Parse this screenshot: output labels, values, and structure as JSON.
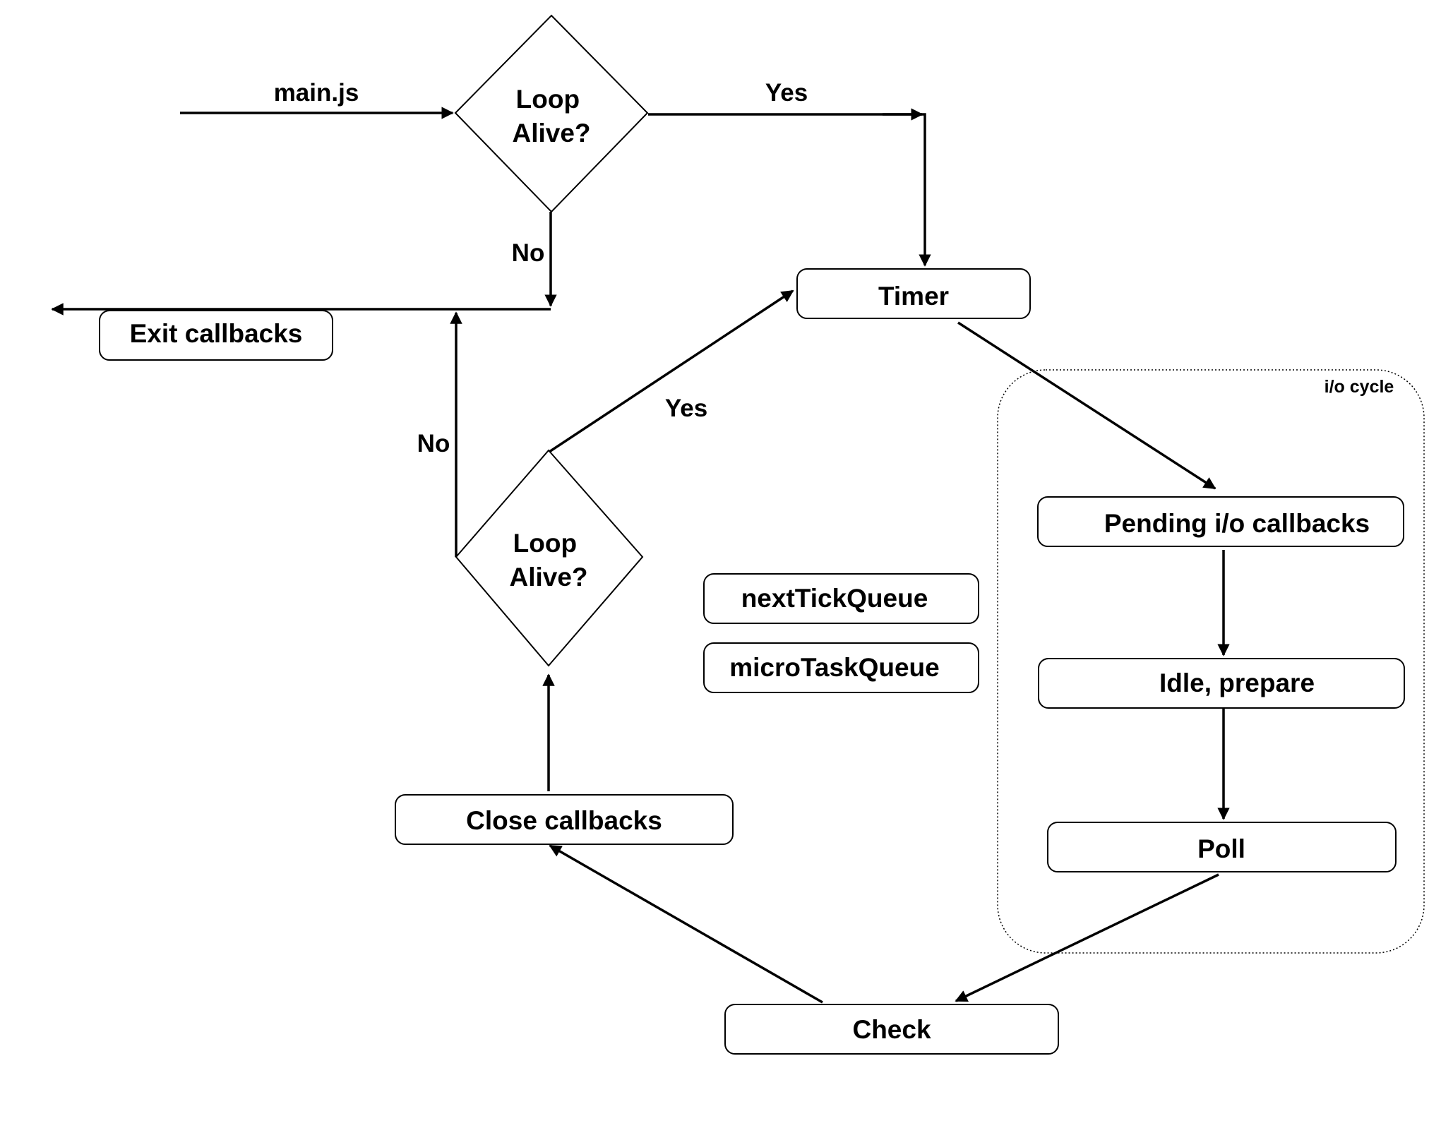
{
  "diagram": {
    "nodes": {
      "loop_alive_top": {
        "line1": "Loop",
        "line2": "Alive?"
      },
      "loop_alive_bottom": {
        "line1": "Loop",
        "line2": "Alive?"
      },
      "timer": "Timer",
      "exit_callbacks": "Exit callbacks",
      "pending_io": "Pending i/o callbacks",
      "idle_prepare": "Idle, prepare",
      "poll": "Poll",
      "check": "Check",
      "close_callbacks": "Close callbacks",
      "next_tick_queue": "nextTickQueue",
      "micro_task_queue": "microTaskQueue"
    },
    "edge_labels": {
      "main_js": "main.js",
      "yes_top": "Yes",
      "no_top": "No",
      "yes_bottom": "Yes",
      "no_bottom": "No"
    },
    "groups": {
      "io_cycle": "i/o cycle"
    }
  }
}
